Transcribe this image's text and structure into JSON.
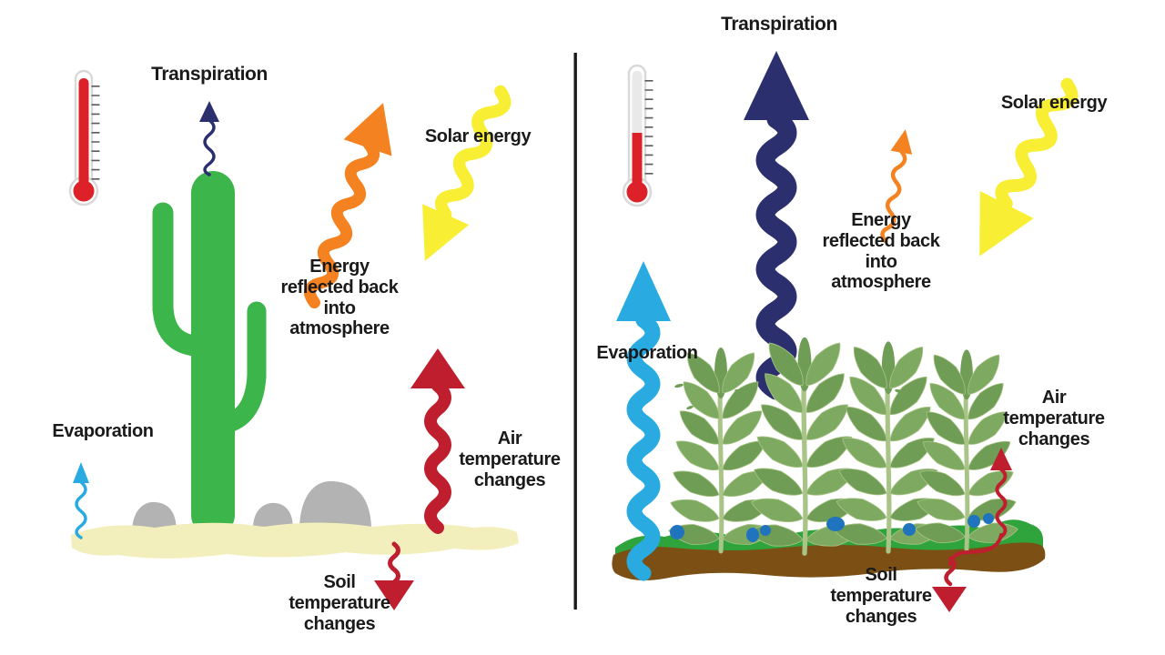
{
  "palette": {
    "navy": "#2b2f6e",
    "orange": "#f58220",
    "yellow": "#f8ee33",
    "cyan": "#29abe2",
    "crimson": "#be1e2d",
    "cactus_green": "#3cb54a",
    "sand": "#f3efbd",
    "rock_gray": "#b3b3b3",
    "moss_green": "#2fa43c",
    "soil_brown": "#7c5014",
    "berry_blue": "#1f74bd",
    "fern_green": "#6f9d55",
    "fern_green_light": "#7da961",
    "fern_stem": "#a9c487",
    "thermometer_red": "#dd2128",
    "ink": "#1a1a1a"
  },
  "icons": {
    "left_thermometer": "thermometer-icon",
    "right_thermometer": "thermometer-icon"
  },
  "panels": {
    "left": {
      "labels": {
        "transpiration": "Transpiration",
        "solar_energy": "Solar energy",
        "energy_reflected": "Energy\nreflected back\ninto\natmosphere",
        "evaporation": "Evaporation",
        "air_temperature": "Air\ntemperature\nchanges",
        "soil_temperature": "Soil\ntemperature\nchanges"
      }
    },
    "right": {
      "labels": {
        "transpiration": "Transpiration",
        "solar_energy": "Solar energy",
        "energy_reflected": "Energy\nreflected back\ninto\natmosphere",
        "evaporation": "Evaporation",
        "air_temperature": "Air\ntemperature\nchanges",
        "soil_temperature": "Soil\ntemperature\nchanges"
      }
    }
  }
}
